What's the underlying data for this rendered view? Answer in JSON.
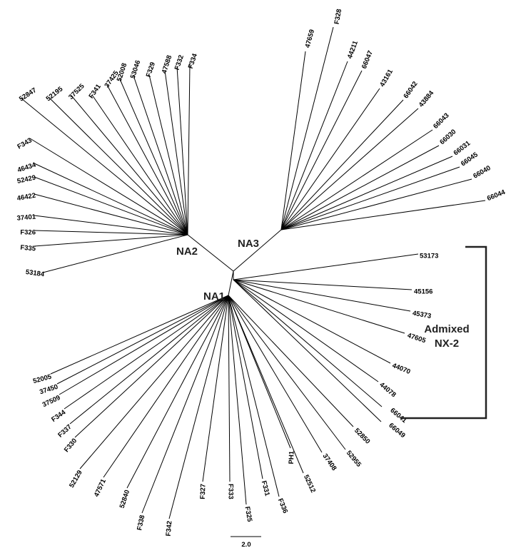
{
  "tree": {
    "clades": [
      {
        "id": "NA2",
        "label": "NA2"
      },
      {
        "id": "NA3",
        "label": "NA3"
      },
      {
        "id": "NA1",
        "label": "NA1"
      }
    ],
    "leaves": {
      "NA2": [
        "F334",
        "F332",
        "47588",
        "F329",
        "53046",
        "52008",
        "37425",
        "F341",
        "37525",
        "52195",
        "52847",
        "F343",
        "46434",
        "52429",
        "46422",
        "37401",
        "F326",
        "F335",
        "53184"
      ],
      "NA3": [
        "F328",
        "47659",
        "44211",
        "66047",
        "43161",
        "66042",
        "43884",
        "66043",
        "66030",
        "66031",
        "66045",
        "66040",
        "66044"
      ],
      "ADMIX": [
        "53173",
        "45156",
        "45373",
        "47605",
        "44070",
        "44078",
        "66041",
        "66049"
      ],
      "NA1": [
        "52005",
        "37450",
        "37509",
        "F344",
        "F337",
        "F330",
        "52129",
        "47571",
        "52840",
        "F338",
        "F342",
        "F327",
        "F333",
        "F325",
        "F331",
        "F336",
        "PH1",
        "52512",
        "37408",
        "52955",
        "52850"
      ]
    },
    "admixed_group": {
      "label_line1": "Admixed",
      "label_line2": "NX-2"
    },
    "scale_bar": {
      "label": "2.0"
    }
  }
}
